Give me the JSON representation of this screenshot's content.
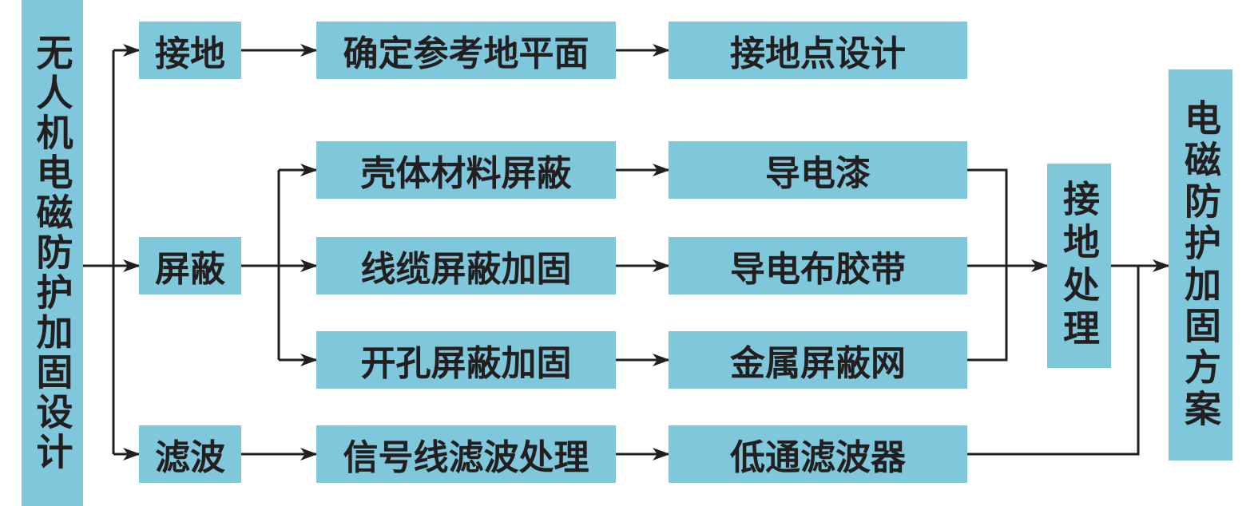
{
  "diagram": {
    "root": "无人机电磁防护加固设计",
    "result": "电磁防护加固方案",
    "grounding_process": "接地处理",
    "branches": {
      "grounding": {
        "label": "接地",
        "steps": [
          "确定参考地平面",
          "接地点设计"
        ]
      },
      "shielding": {
        "label": "屏蔽",
        "items": [
          {
            "method": "壳体材料屏蔽",
            "means": "导电漆"
          },
          {
            "method": "线缆屏蔽加固",
            "means": "导电布胶带"
          },
          {
            "method": "开孔屏蔽加固",
            "means": "金属屏蔽网"
          }
        ]
      },
      "filtering": {
        "label": "滤波",
        "steps": [
          "信号线滤波处理",
          "低通滤波器"
        ]
      }
    }
  },
  "colors": {
    "box_fill": "#7fc8db",
    "text": "#231f20",
    "line": "#231f20"
  }
}
